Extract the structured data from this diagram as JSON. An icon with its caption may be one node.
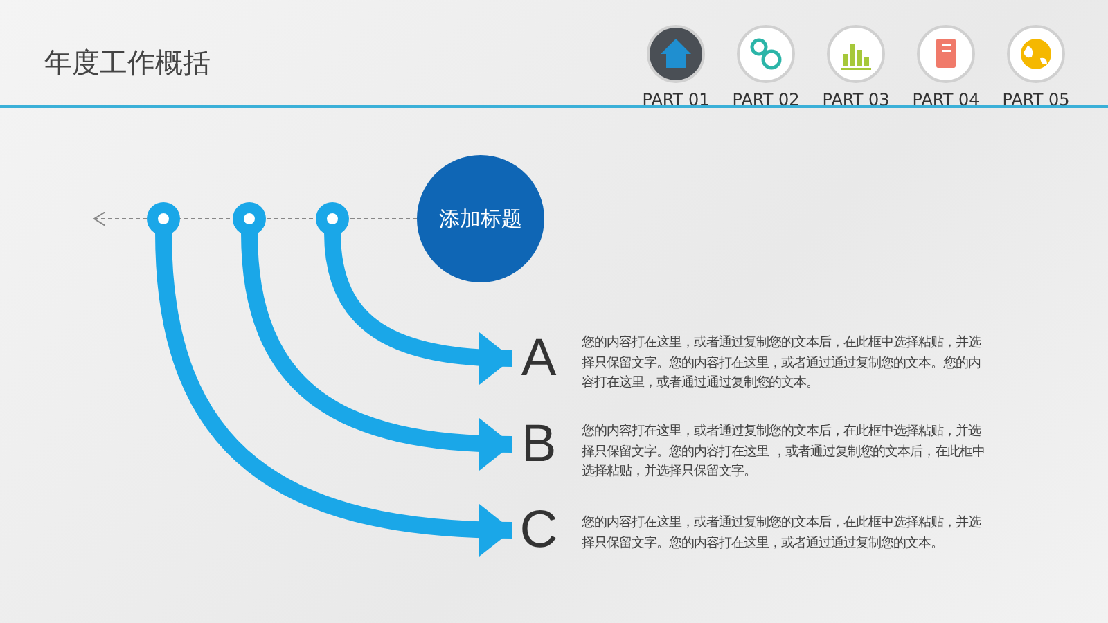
{
  "diagram": {
    "title": "年度工作概括",
    "nodes": [
      {
        "text": [
          "添加标题"
        ]
      },
      {
        "text": [],
        "shape": "circle"
      },
      {
        "text": [],
        "shape": "circle"
      },
      {
        "text": [],
        "shape": "circle"
      },
      {
        "text": [
          "A"
        ],
        "beside": [
          "您的内容打在这里，或者通过复制您的文本后，在此框中选择粘贴，并选择只保留文字。您的内容打在这里，或者通过通过复制您的文本。您的内容打在这里，或者通过通过复制您的文本。"
        ]
      },
      {
        "text": [
          "B"
        ],
        "beside": [
          "您的内容打在这里，或者通过复制您的文本后，在此框中选择粘贴，并选择只保留文字。您的内容打在这里 ，或者通过复制您的文本后，在此框中选择粘贴，并选择只保留文字。"
        ]
      },
      {
        "text": [
          "C"
        ],
        "beside": [
          "您的内容打在这里，或者通过复制您的文本后，在此框中选择粘贴，并选择只保留文字。您的内容打在这里，或者通过通过复制您的文本。"
        ]
      }
    ],
    "edges": [
      {
        "from": 0,
        "to": null,
        "arrow": "to",
        "style": "dashed",
        "color": "#888888"
      },
      {
        "from": 3,
        "to": 4,
        "arrow": "to"
      },
      {
        "from": 2,
        "to": 5,
        "arrow": "to"
      },
      {
        "from": 1,
        "to": 6,
        "arrow": "to"
      }
    ],
    "labels": [
      "PART 01",
      "PART 02",
      "PART 03",
      "PART 04",
      "PART 05"
    ]
  }
}
